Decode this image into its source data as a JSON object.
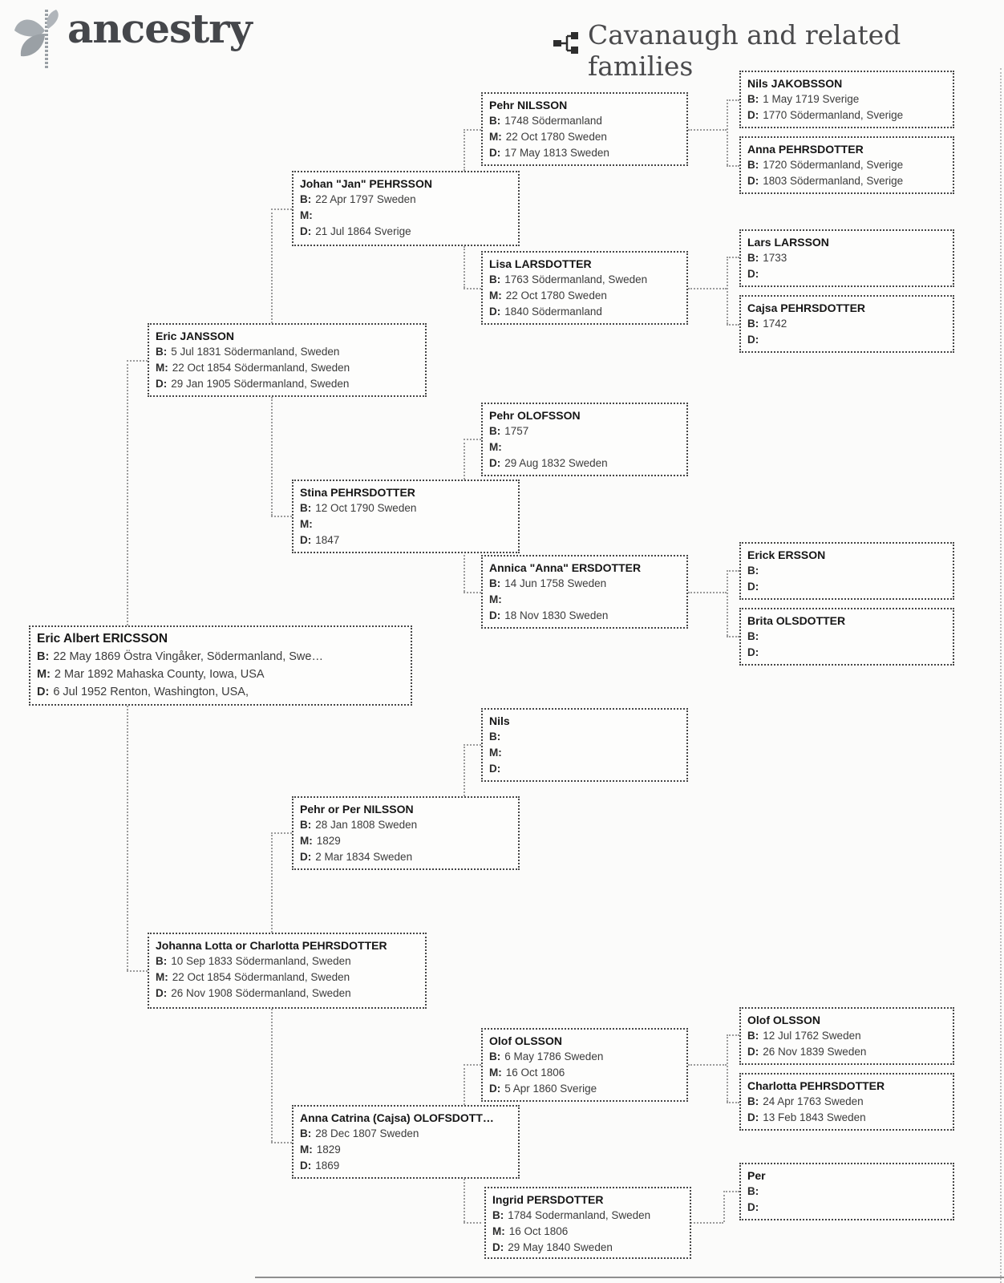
{
  "header": {
    "brand": "ancestry",
    "tree_title": "Cavanaugh and related families"
  },
  "field_labels": {
    "birth": "B:",
    "marriage": "M:",
    "death": "D:"
  },
  "persons": {
    "eric_albert_ericsson": {
      "name": "Eric Albert ERICSSON",
      "birth": "22 May 1869 Östra Vingåker, Södermanland, Swe…",
      "marriage": "2 Mar 1892 Mahaska County, Iowa, USA",
      "death": "6 Jul 1952 Renton, Washington, USA,"
    },
    "eric_jansson": {
      "name": "Eric JANSSON",
      "birth": "5 Jul 1831 Södermanland, Sweden",
      "marriage": "22 Oct 1854 Södermanland, Sweden",
      "death": "29 Jan 1905 Södermanland, Sweden"
    },
    "johanna_pehrsdotter": {
      "name": "Johanna Lotta or Charlotta PEHRSDOTTER",
      "birth": "10 Sep 1833 Södermanland, Sweden",
      "marriage": "22 Oct 1854 Södermanland, Sweden",
      "death": "26 Nov 1908 Södermanland, Sweden"
    },
    "johan_jan_pehrsson": {
      "name": "Johan \"Jan\" PEHRSSON",
      "birth": "22 Apr 1797 Sweden",
      "marriage": "",
      "death": "21 Jul 1864 Sverige"
    },
    "stina_pehrsdotter": {
      "name": "Stina PEHRSDOTTER",
      "birth": "12 Oct 1790 Sweden",
      "marriage": "",
      "death": "1847"
    },
    "pehr_or_per_nilsson": {
      "name": "Pehr or Per NILSSON",
      "birth": "28 Jan 1808 Sweden",
      "marriage": "1829",
      "death": "2 Mar 1834 Sweden"
    },
    "anna_catrina_olofsdotter": {
      "name": "Anna Catrina (Cajsa) OLOFSDOTT…",
      "birth": "28 Dec 1807 Sweden",
      "marriage": "1829",
      "death": "1869"
    },
    "pehr_nilsson": {
      "name": "Pehr NILSSON",
      "birth": "1748 Södermanland",
      "marriage": "22 Oct 1780 Sweden",
      "death": "17 May 1813 Sweden"
    },
    "lisa_larsdotter": {
      "name": "Lisa LARSDOTTER",
      "birth": "1763 Södermanland, Sweden",
      "marriage": "22 Oct 1780 Sweden",
      "death": "1840 Södermanland"
    },
    "pehr_olofsson": {
      "name": "Pehr OLOFSSON",
      "birth": "1757",
      "marriage": "",
      "death": "29 Aug 1832 Sweden"
    },
    "annica_anna_ersdotter": {
      "name": "Annica \"Anna\" ERSDOTTER",
      "birth": "14 Jun 1758 Sweden",
      "marriage": "",
      "death": "18 Nov 1830 Sweden"
    },
    "nils": {
      "name": "Nils",
      "birth": "",
      "marriage": "",
      "death": ""
    },
    "olof_olsson": {
      "name": "Olof OLSSON",
      "birth": "6 May 1786 Sweden",
      "marriage": "16 Oct 1806",
      "death": "5 Apr 1860 Sverige"
    },
    "ingrid_persdotter": {
      "name": "Ingrid PERSDOTTER",
      "birth": "1784 Sodermanland, Sweden",
      "marriage": "16 Oct 1806",
      "death": "29 May 1840 Sweden"
    },
    "nils_jakobsson": {
      "name": "Nils JAKOBSSON",
      "birth": "1 May 1719 Sverige",
      "death": "1770 Södermanland, Sverige"
    },
    "anna_pehrsdotter": {
      "name": "Anna PEHRSDOTTER",
      "birth": "1720 Södermanland, Sverige",
      "death": "1803 Södermanland, Sverige"
    },
    "lars_larsson": {
      "name": "Lars LARSSON",
      "birth": "1733",
      "death": ""
    },
    "cajsa_pehrsdotter": {
      "name": "Cajsa PEHRSDOTTER",
      "birth": "1742",
      "death": ""
    },
    "erick_ersson": {
      "name": "Erick ERSSON",
      "birth": "",
      "death": ""
    },
    "brita_olsdotter": {
      "name": "Brita OLSDOTTER",
      "birth": "",
      "death": ""
    },
    "olof_olsson_sr": {
      "name": "Olof OLSSON",
      "birth": "12 Jul 1762 Sweden",
      "death": "26 Nov 1839 Sweden"
    },
    "charlotta_pehrsdotter": {
      "name": "Charlotta PEHRSDOTTER",
      "birth": "24 Apr 1763 Sweden",
      "death": "13 Feb 1843 Sweden"
    },
    "per": {
      "name": "Per",
      "birth": "",
      "death": ""
    }
  }
}
